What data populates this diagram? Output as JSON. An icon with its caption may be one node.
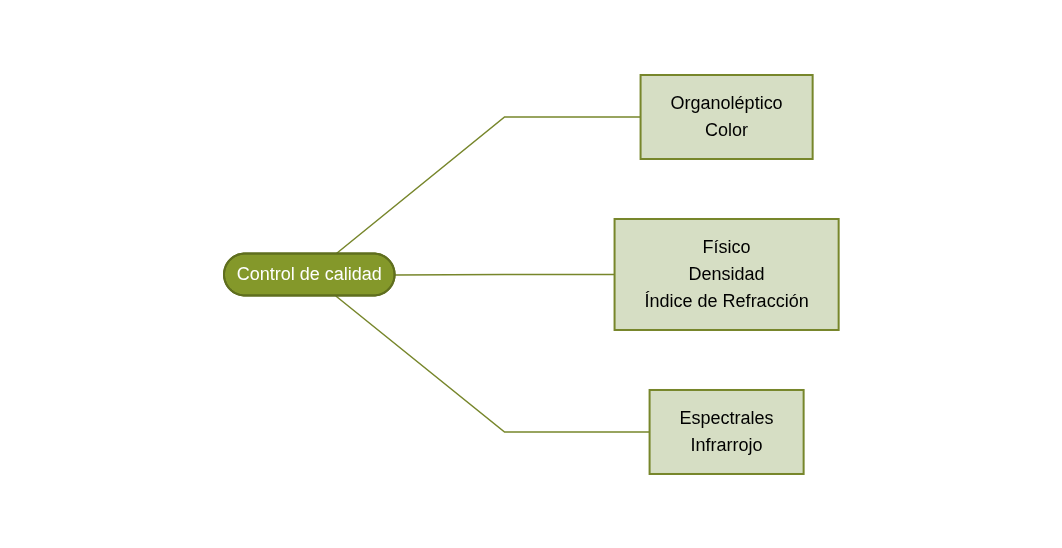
{
  "diagram": {
    "nodes": [
      {
        "text": [
          "Control de calidad"
        ]
      },
      {
        "text": [
          "Organoléptico",
          "Color"
        ]
      },
      {
        "text": [
          "Físico",
          "Densidad",
          "Índice de Refracción"
        ]
      },
      {
        "text": [
          "Espectrales",
          "Infrarrojo"
        ]
      }
    ],
    "edges": [
      {
        "from": 0,
        "to": 1,
        "arrow": "none"
      },
      {
        "from": 0,
        "to": 2,
        "arrow": "none"
      },
      {
        "from": 0,
        "to": 3,
        "arrow": "none"
      }
    ]
  }
}
